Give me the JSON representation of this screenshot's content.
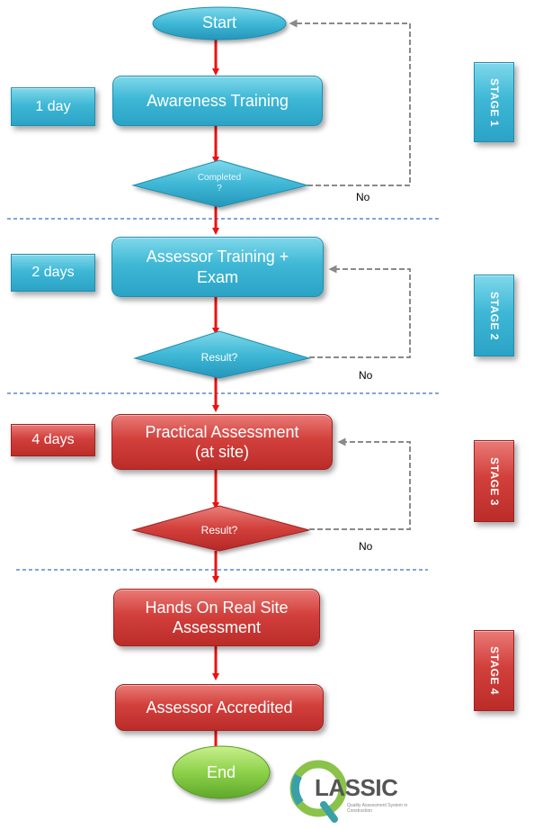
{
  "flow": {
    "start": "Start",
    "end": "End",
    "awareness_training": "Awareness Training",
    "completed_decision": "Completed\n?",
    "assessor_training": "Assessor Training +\nExam",
    "result_decision_1": "Result?",
    "practical_assessment": "Practical Assessment\n(at site)",
    "result_decision_2": "Result?",
    "hands_on": "Hands On Real Site\nAssessment",
    "accredited": "Assessor Accredited",
    "no_label": "No"
  },
  "durations": [
    "1 day",
    "2 days",
    "4 days"
  ],
  "stages": [
    "STAGE 1",
    "STAGE 2",
    "STAGE 3",
    "STAGE 4"
  ],
  "logo": {
    "name": "LASSIC",
    "tagline": "Quality Assessment System in Construction"
  },
  "colors": {
    "blue": "#3fb8d6",
    "red": "#d2403c",
    "green": "#7cc242",
    "arrow": "#ee1111",
    "feedback": "#8a8a8a",
    "divider": "#3a6fc4"
  }
}
